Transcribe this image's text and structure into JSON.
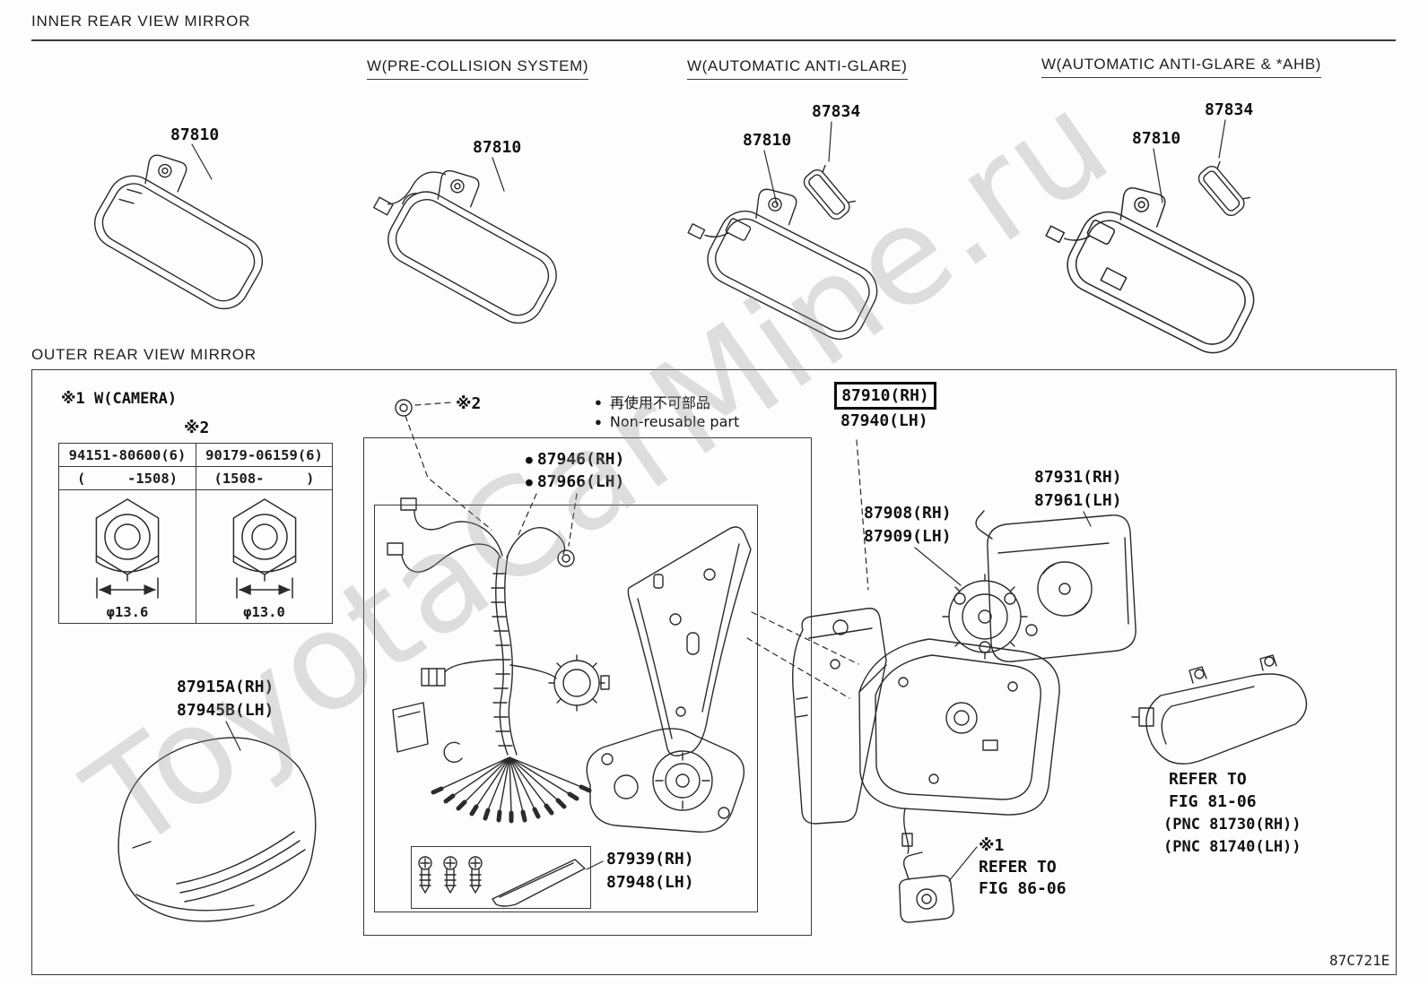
{
  "watermark": "ToyotaCarMine.ru",
  "diagram_code": "87C721E",
  "marker": "●",
  "inner": {
    "title": "INNER REAR VIEW MIRROR",
    "variant2_heading": "W(PRE-COLLISION SYSTEM)",
    "variant3_heading": "W(AUTOMATIC ANTI-GLARE)",
    "variant4_heading": "W(AUTOMATIC ANTI-GLARE & *AHB)",
    "v1_mirror": "87810",
    "v2_mirror": "87810",
    "v3_cover": "87834",
    "v3_mirror": "87810",
    "v4_cover": "87834",
    "v4_mirror": "87810"
  },
  "outer": {
    "title": "OUTER REAR VIEW MIRROR",
    "camera_note": "※1 W(CAMERA)",
    "table_mark": "※2",
    "screw_mark": "※2",
    "table": {
      "col1": {
        "part": "94151-80600(6)",
        "range": "(     -1508)",
        "dia": "φ13.6"
      },
      "col2": {
        "part": "90179-06159(6)",
        "range": "(1508-     )",
        "dia": "φ13.0"
      }
    },
    "legend": {
      "jp": "再使用不可部品",
      "en": "Non-reusable part"
    },
    "assy_rh": "87910(RH)",
    "assy_lh": "87940(LH)",
    "harness_rh": "87946(RH)",
    "harness_lh": "87966(LH)",
    "glass_rh": "87931(RH)",
    "glass_lh": "87961(LH)",
    "actuator_rh": "87908(RH)",
    "actuator_lh": "87909(LH)",
    "cover_rh": "87915A(RH)",
    "cover_lh": "87945B(LH)",
    "plate_rh": "87939(RH)",
    "plate_lh": "87948(LH)",
    "signal_ref_line1": "REFER TO",
    "signal_ref_line2": "FIG 81-06",
    "signal_pnc_rh": "(PNC 81730(RH))",
    "signal_pnc_lh": "(PNC 81740(LH))",
    "camera_mark": "※1",
    "camera_ref_line1": "REFER TO",
    "camera_ref_line2": "FIG 86-06"
  }
}
